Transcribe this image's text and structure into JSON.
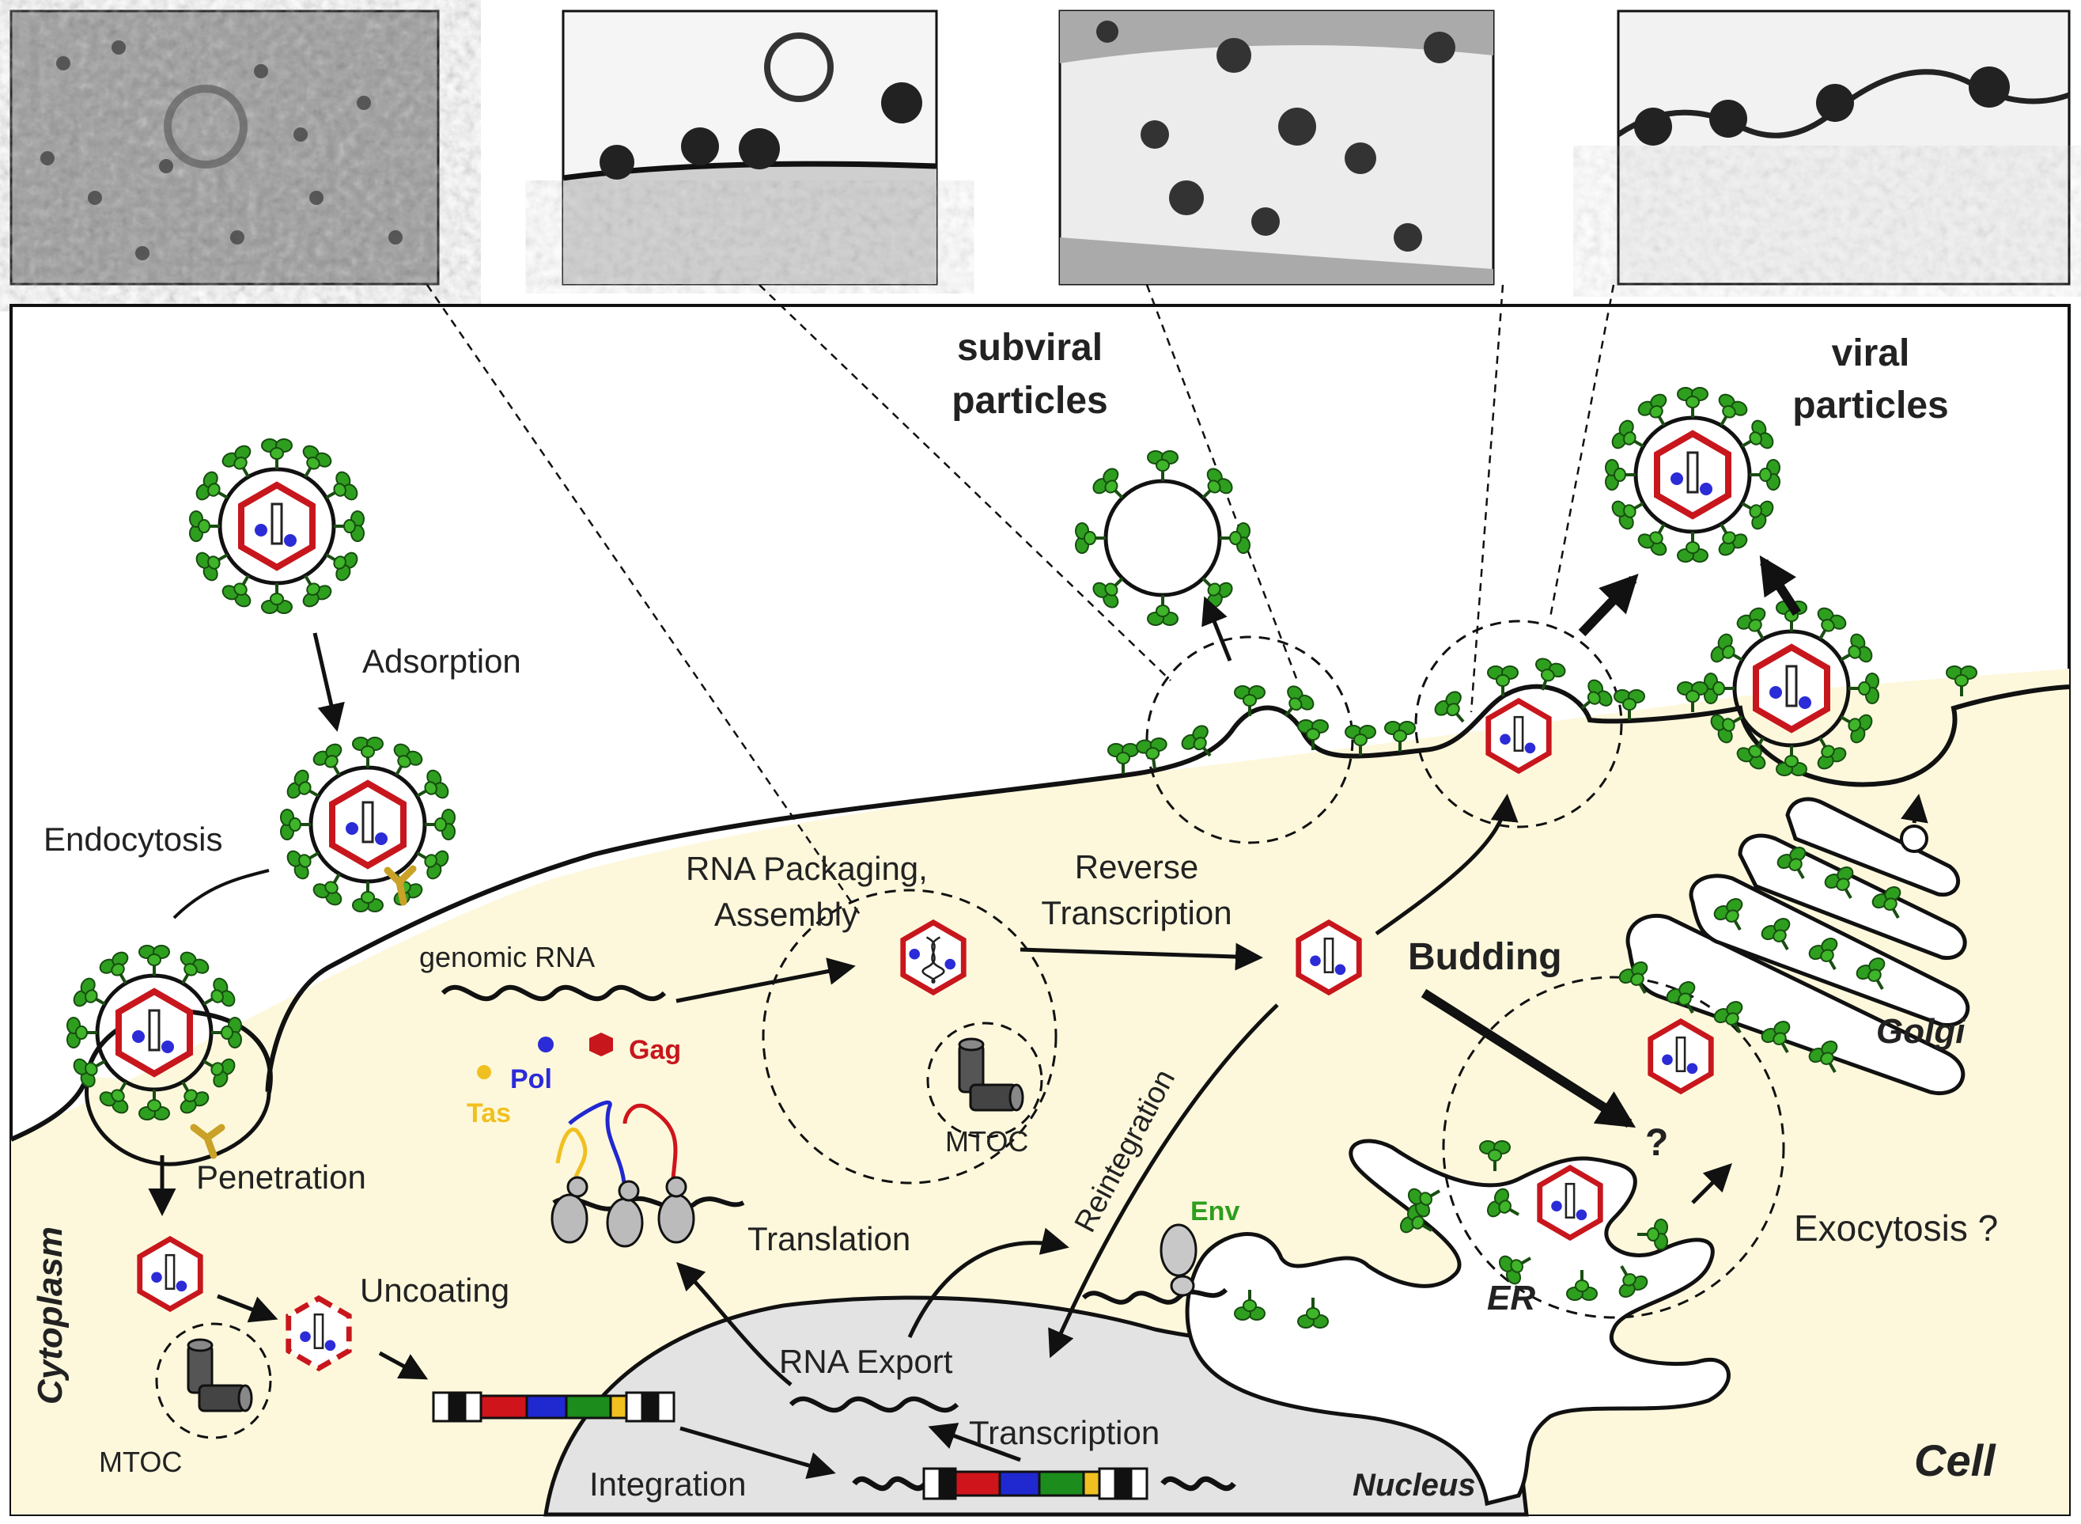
{
  "title": {
    "subviral": [
      "subviral",
      "particles"
    ],
    "viral": [
      "viral",
      "particles"
    ]
  },
  "labels": {
    "adsorption": "Adsorption",
    "endocytosis": "Endocytosis",
    "penetration": "Penetration",
    "uncoating": "Uncoating",
    "mtoc_left": "MTOC",
    "mtoc_center": "MTOC",
    "cytoplasm": "Cytoplasm",
    "genomic_rna": "genomic RNA",
    "pol": "Pol",
    "gag": "Gag",
    "tas": "Tas",
    "translation": "Translation",
    "rna_packaging": [
      "RNA Packaging,",
      "Assembly"
    ],
    "reverse_transcription": [
      "Reverse",
      "Transcription"
    ],
    "budding": "Budding",
    "reintegration": "Reintegration",
    "rna_export": "RNA Export",
    "transcription": "Transcription",
    "integration": "Integration",
    "nucleus": "Nucleus",
    "env": "Env",
    "er": "ER",
    "golgi": "Golgi",
    "exocytosis": "Exocytosis ?",
    "question": "?",
    "cell": "Cell"
  },
  "colors": {
    "cytoplasm": "#fdf8dc",
    "nucleus": "#e3e3e3",
    "capsid": "#c8161d",
    "protein_green": "#2e9e1f",
    "pol_blue": "#2b2bd8",
    "tas_yellow": "#f0c020",
    "gag_red": "#c8161d",
    "receptor": "#c9a227",
    "gene_red": "#d0141b",
    "gene_blue": "#2028d0",
    "gene_green": "#1c8c1c",
    "gene_yellow": "#f0c020"
  },
  "micrographs": [
    {
      "name": "micrograph-1"
    },
    {
      "name": "micrograph-2"
    },
    {
      "name": "micrograph-3"
    },
    {
      "name": "micrograph-4"
    }
  ]
}
